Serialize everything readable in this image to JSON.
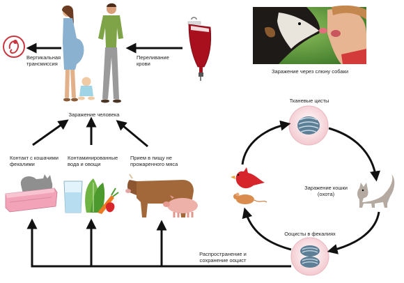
{
  "labels": {
    "vertical_transmission": "Вертикальная\nтрансмиссия",
    "blood_transfusion": "Переливание\nкрови",
    "dog_saliva": "Заражение через слюну собаки",
    "human_infection": "Заражение человека",
    "cat_feces_contact": "Контакт с кошачими\nфекалими",
    "contaminated_food": "Контаминированные\nвода и овощи",
    "undercooked_meat": "Прием в пищу не\nпрожаренного мяса",
    "tissue_cysts": "Тканевые цисты",
    "cat_infection": "Заражение кошки\n(охота)",
    "oocysts_feces": "Ооцисты в фекалиях",
    "oocyst_spread": "Распространение и\nсохранение ооцист"
  },
  "colors": {
    "arrow": "#111111",
    "blood": "#a8101e",
    "cyst_outer": "#f6d9dc",
    "cyst_inner": "#5d7f96",
    "litter_box": "#f2a3b8",
    "cow": "#a3683a",
    "pig": "#eeb1aa",
    "cardinal": "#d6262b",
    "mouse": "#d98c4e"
  }
}
